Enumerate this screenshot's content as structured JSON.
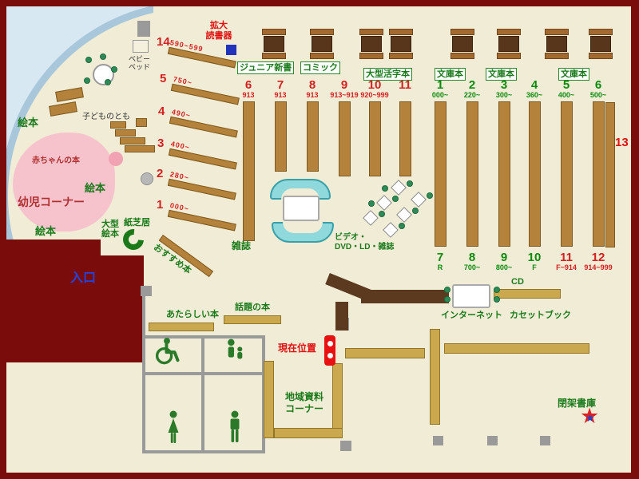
{
  "colors": {
    "floor": "#f1ecd6",
    "frame": "#7a0c0c",
    "shelf": "#b5823c",
    "khaki_shelf": "#c9a84e",
    "counter": "#5c3a20",
    "green_text": "#1b7a1b",
    "red_text": "#e01010",
    "entrance_blue": "#2244dd",
    "window_glass": "#a9c7da",
    "baby_pink": "#f6c3cd",
    "seat_cyan": "#8fd8dc"
  },
  "labels": [
    {
      "name": "label-ehon-top",
      "text": "絵本",
      "cls": "g",
      "css": "left:22px;top:146px;font-size:13px"
    },
    {
      "name": "label-kodomono-tomo",
      "text": "子どものとも",
      "cls": "dark",
      "css": "left:103px;top:141px;font-size:10px"
    },
    {
      "name": "label-akachan-no-hon",
      "text": "赤ちゃんの本",
      "cls": "rb",
      "css": "left:40px;top:196px;font-size:10px"
    },
    {
      "name": "label-yoji-corner",
      "text": "幼児コーナー",
      "cls": "rb",
      "css": "left:22px;top:245px;font-size:14px"
    },
    {
      "name": "label-ehon-mid",
      "text": "絵本",
      "cls": "g",
      "css": "left:106px;top:228px;font-size:13px"
    },
    {
      "name": "label-ehon-bottom",
      "text": "絵本",
      "cls": "g",
      "css": "left:44px;top:282px;font-size:13px"
    },
    {
      "name": "label-ogata-ehon",
      "text": "大型\n絵本",
      "cls": "g pre",
      "css": "left:127px;top:275px;font-size:11px;line-height:12px"
    },
    {
      "name": "label-kamishibai",
      "text": "紙芝居",
      "cls": "g",
      "css": "left:155px;top:273px;font-size:11px"
    },
    {
      "name": "label-baby-bed",
      "text": "ベビー\nベッド",
      "cls": "dark pre",
      "css": "left:161px;top:69px;font-size:9px;line-height:10px"
    },
    {
      "name": "label-entrance",
      "text": "入口",
      "cls": "blue-t",
      "css": "left:88px;top:339px;font-size:16px"
    },
    {
      "name": "label-kakudai-dokushoki",
      "text": "拡大\n読書器",
      "cls": "r pre",
      "css": "left:250px;top:26px;font-size:11px;line-height:13px;text-align:center;width:48px"
    },
    {
      "name": "label-junior-shinsho",
      "text": "ジュニア新書",
      "cls": "boxed",
      "css": "left:297px;top:77px;font-size:11px"
    },
    {
      "name": "label-comic",
      "text": "コミック",
      "cls": "boxed",
      "css": "left:376px;top:77px;font-size:11px"
    },
    {
      "name": "label-ogata-katsuji",
      "text": "大型活字本",
      "cls": "boxed",
      "css": "left:455px;top:85px;font-size:11px"
    },
    {
      "name": "label-bunko-1",
      "text": "文庫本",
      "cls": "boxed",
      "css": "left:544px;top:85px;font-size:11px"
    },
    {
      "name": "label-bunko-2",
      "text": "文庫本",
      "cls": "boxed",
      "css": "left:608px;top:85px;font-size:11px"
    },
    {
      "name": "label-bunko-3",
      "text": "文庫本",
      "cls": "boxed",
      "css": "left:699px;top:85px;font-size:11px"
    },
    {
      "name": "label-zasshi",
      "text": "雑誌",
      "cls": "g",
      "css": "left:290px;top:301px;font-size:12px"
    },
    {
      "name": "label-video-dvd",
      "text": "ビデオ・\nDVD・LD・雑誌",
      "cls": "g pre",
      "css": "left:419px;top:292px;font-size:10px;line-height:12px"
    },
    {
      "name": "label-shelf-13",
      "text": "13",
      "cls": "r",
      "css": "left:770px;top:170px;font-size:15px"
    },
    {
      "name": "label-atarashii-hon",
      "text": "あたらしい本",
      "cls": "g",
      "css": "left:208px;top:388px;font-size:11px"
    },
    {
      "name": "label-wadai-no-hon",
      "text": "話題の本",
      "cls": "g",
      "css": "left:294px;top:379px;font-size:11px"
    },
    {
      "name": "label-genzai-ichi",
      "text": "現在位置",
      "cls": "r",
      "css": "left:348px;top:429px;font-size:12px"
    },
    {
      "name": "label-cd",
      "text": "CD",
      "cls": "g",
      "css": "left:640px;top:347px;font-size:11px"
    },
    {
      "name": "label-internet",
      "text": "インターネット",
      "cls": "g",
      "css": "left:552px;top:389px;font-size:11px"
    },
    {
      "name": "label-cassette-book",
      "text": "カセットブック",
      "cls": "g",
      "css": "left:638px;top:389px;font-size:11px"
    },
    {
      "name": "label-chiiki-shiryo",
      "text": "地域資料\nコーナー",
      "cls": "g pre",
      "css": "left:350px;top:490px;font-size:12px;line-height:15px;text-align:center;width:62px"
    },
    {
      "name": "label-heika-shoko",
      "text": "閉架書庫",
      "cls": "g",
      "css": "left:698px;top:498px;font-size:12px"
    }
  ],
  "osusume": {
    "text": "おすすめ本"
  },
  "columns_top": [
    {
      "num": "6",
      "range": "913",
      "color": "c-red",
      "css": "left:291px",
      "shelf": "height:175px"
    },
    {
      "num": "7",
      "range": "913",
      "color": "c-red",
      "css": "left:331px",
      "shelf": "height:88px"
    },
    {
      "num": "8",
      "range": "913",
      "color": "c-red",
      "css": "left:371px",
      "shelf": "height:88px"
    },
    {
      "num": "9",
      "range": "913~919",
      "color": "c-red",
      "css": "left:411px",
      "shelf": "height:94px"
    },
    {
      "num": "10",
      "range": "920~999",
      "color": "c-red",
      "css": "left:449px",
      "shelf": "height:94px"
    },
    {
      "num": "11",
      "range": "",
      "color": "c-red",
      "css": "left:487px",
      "shelf": "height:94px"
    },
    {
      "num": "1",
      "range": "000~",
      "color": "c-green",
      "css": "left:531px",
      "shelf": "height:182px"
    },
    {
      "num": "2",
      "range": "220~",
      "color": "c-green",
      "css": "left:571px",
      "shelf": "height:182px"
    },
    {
      "num": "3",
      "range": "300~",
      "color": "c-green",
      "css": "left:611px",
      "shelf": "height:182px"
    },
    {
      "num": "4",
      "range": "360~",
      "color": "c-green",
      "css": "left:649px",
      "shelf": "height:182px"
    },
    {
      "num": "5",
      "range": "400~",
      "color": "c-green",
      "css": "left:689px",
      "shelf": "height:182px"
    },
    {
      "num": "6",
      "range": "500~",
      "color": "c-green",
      "css": "left:729px",
      "shelf": "height:182px"
    }
  ],
  "columns_bottom": [
    {
      "num": "7",
      "range": "R",
      "color": "c-green",
      "css": "left:531px"
    },
    {
      "num": "8",
      "range": "700~",
      "color": "c-green",
      "css": "left:571px"
    },
    {
      "num": "9",
      "range": "800~",
      "color": "c-green",
      "css": "left:611px"
    },
    {
      "num": "10",
      "range": "F",
      "color": "c-green",
      "css": "left:649px"
    },
    {
      "num": "11",
      "range": "F~914",
      "color": "c-red",
      "css": "left:689px"
    },
    {
      "num": "12",
      "range": "914~999",
      "color": "c-red",
      "css": "left:729px"
    }
  ],
  "diag_shelves": [
    {
      "num": "14",
      "range": "590~599",
      "css": "left:196px;top:44px"
    },
    {
      "num": "5",
      "range": "750~",
      "css": "left:200px;top:90px"
    },
    {
      "num": "4",
      "range": "490~",
      "css": "left:198px;top:131px"
    },
    {
      "num": "3",
      "range": "400~",
      "css": "left:197px;top:171px"
    },
    {
      "num": "2",
      "range": "280~",
      "css": "left:196px;top:209px"
    },
    {
      "num": "1",
      "range": "000~",
      "css": "left:196px;top:248px"
    }
  ],
  "tables_top": [
    {
      "css": "left:328px"
    },
    {
      "css": "left:388px"
    },
    {
      "css": "left:450px"
    },
    {
      "css": "left:487px"
    },
    {
      "css": "left:564px"
    },
    {
      "css": "left:622px"
    },
    {
      "css": "left:682px"
    },
    {
      "css": "left:737px"
    }
  ],
  "carrels": [
    {
      "css": "left:492px;top:228px"
    },
    {
      "css": "left:474px;top:247px"
    },
    {
      "css": "left:457px;top:266px"
    },
    {
      "css": "left:517px;top:243px"
    },
    {
      "css": "left:499px;top:262px"
    },
    {
      "css": "left:482px;top:281px"
    }
  ],
  "dots": [
    {
      "css": "left:509px;top:226px"
    },
    {
      "css": "left:491px;top:245px"
    },
    {
      "css": "left:474px;top:264px"
    },
    {
      "css": "left:534px;top:241px"
    },
    {
      "css": "left:516px;top:260px"
    },
    {
      "css": "left:499px;top:279px"
    },
    {
      "css": "left:478px;top:232px"
    },
    {
      "css": "left:461px;top:251px"
    },
    {
      "css": "left:556px;top:359px"
    },
    {
      "css": "left:556px;top:371px"
    },
    {
      "css": "left:618px;top:359px"
    },
    {
      "css": "left:618px;top:371px"
    },
    {
      "css": "left:107px;top:71px"
    },
    {
      "css": "left:125px;top:67px"
    },
    {
      "css": "left:139px;top:83px"
    },
    {
      "css": "left:131px;top:99px"
    },
    {
      "css": "left:105px;top:97px"
    }
  ],
  "walls": [
    {
      "css": "left:178px;top:368px;width:4px;height:200px"
    },
    {
      "css": "left:182px;top:420px;width:150px;height:4px"
    },
    {
      "css": "left:328px;top:420px;width:4px;height:148px"
    },
    {
      "css": "left:182px;top:466px;width:146px;height:4px"
    },
    {
      "css": "left:252px;top:424px;width:4px;height:44px"
    },
    {
      "css": "left:252px;top:470px;width:4px;height:98px"
    },
    {
      "css": "left:182px;top:564px;width:150px;height:4px"
    }
  ],
  "pillars": [
    {
      "css": "left:172px;top:26px;width:16px;height:20px"
    },
    {
      "css": "left:176px;top:358px;width:14px;height:13px"
    },
    {
      "css": "left:422px;top:398px;width:15px;height:16px"
    },
    {
      "css": "left:426px;top:552px;width:14px;height:13px"
    },
    {
      "css": "left:542px;top:546px;width:13px;height:12px"
    },
    {
      "css": "left:610px;top:546px;width:13px;height:12px"
    },
    {
      "css": "left:676px;top:546px;width:13px;height:12px"
    }
  ],
  "khaki_shelves": [
    {
      "css": "left:186px;top:404px;width:82px;height:11px"
    },
    {
      "css": "left:280px;top:395px;width:72px;height:11px"
    },
    {
      "css": "left:432px;top:436px;width:100px;height:13px"
    },
    {
      "css": "left:538px;top:412px;width:13px;height:120px"
    },
    {
      "css": "left:556px;top:430px;width:182px;height:13px"
    },
    {
      "css": "left:330px;top:452px;width:13px;height:97px"
    },
    {
      "css": "left:343px;top:536px;width:86px;height:13px"
    },
    {
      "css": "left:416px;top:455px;width:13px;height:82px"
    },
    {
      "css": "left:618px;top:362px;width:84px;height:12px"
    }
  ],
  "counter_parts": [
    {
      "css": "left:408px;top:352px;width:56px;height:15px;transform:rotate(22deg)"
    },
    {
      "css": "left:452px;top:363px;width:110px;height:17px"
    },
    {
      "css": "left:420px;top:378px;width:16px;height:36px"
    }
  ]
}
